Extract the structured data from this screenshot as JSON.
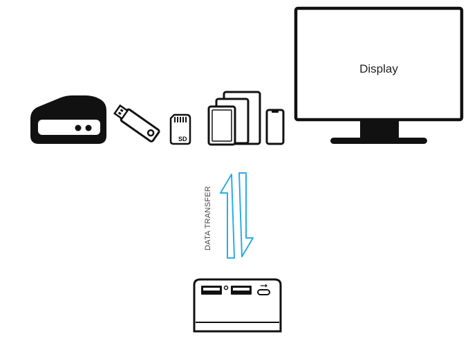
{
  "display": {
    "label": "Display"
  },
  "sd_card": {
    "label": "SD"
  },
  "transfer": {
    "label": "DATA TRANSFER"
  },
  "colors": {
    "arrow": "#29aee3",
    "outline": "#111111"
  },
  "icons": [
    "hard-drive-icon",
    "usb-flash-drive-icon",
    "sd-card-icon",
    "tablet-icon",
    "smartphone-icon",
    "monitor-icon",
    "up-arrow-icon",
    "down-arrow-icon",
    "usb-hub-icon"
  ]
}
